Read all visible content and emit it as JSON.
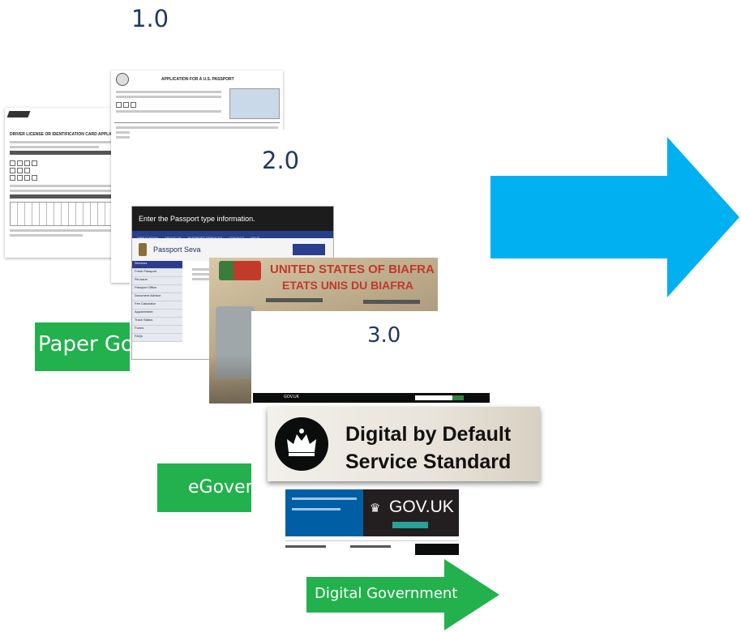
{
  "stages": {
    "paper": {
      "version": "1.0",
      "label": "Paper Government",
      "dmv_form_title": "DRIVER LICENSE OR IDENTIFICATION CARD APPLICATION",
      "passport_form_title": "APPLICATION FOR A U.S. PASSPORT"
    },
    "egov": {
      "version": "2.0",
      "label": "eGovernment",
      "passport_header": "Enter the Passport type information.",
      "passport_brand": "Passport Seva",
      "biafra_line1": "UNITED STATES OF BIAFRA",
      "biafra_line2": "ETATS UNIS DU BIAFRA"
    },
    "digital": {
      "version": "3.0",
      "label": "Digital Government",
      "banner_line1": "Digital by Default",
      "banner_line2": "Service Standard",
      "govuk_logo": "GOV.UK",
      "gov_site_name": "GOV.UK"
    }
  },
  "colors": {
    "big_arrow": "#00b0f0",
    "green": "#22b14c",
    "version_text": "#1f3864"
  },
  "icons": {
    "big_arrow": "right-arrow-icon",
    "crown": "crown-icon",
    "seal": "seal-icon"
  }
}
